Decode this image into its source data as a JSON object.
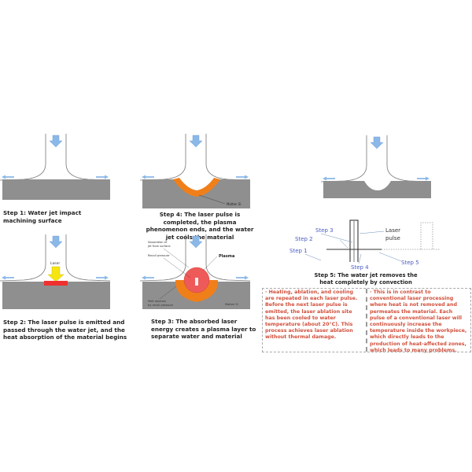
{
  "steps": {
    "step1": {
      "caption": "Step 1: Water jet impact machining surface"
    },
    "step2": {
      "caption": "Step 2: The laser pulse is emitted and passed through the water jet, and the heat absorption of the material begins",
      "laser_label": "Laser"
    },
    "step3": {
      "caption": "Step 3: The absorbed laser energy creates a plasma layer to separate water and material",
      "labels": {
        "separation": "Separation of",
        "separation2": "jet from surface",
        "plasma": "Plasma",
        "recoil": "Recoil pressure",
        "melt": "Melt ejection",
        "melt2": "by recoil pressure",
        "molten": "Molten Si"
      }
    },
    "step4": {
      "caption": "Step 4: The laser pulse is completed, the plasma phenomenon ends, and the water jet cools the material",
      "molten_label": "Molten Si"
    },
    "step5": {
      "caption": "Step 5: The water jet removes the heat completely by convection"
    }
  },
  "pulse_graph": {
    "labels": {
      "step1": "Step 1",
      "step2": "Step 2",
      "step3": "Step 3",
      "step4": "Step 4",
      "step5": "Step 5",
      "laser": "Laser",
      "pulse": "pulse"
    }
  },
  "notes": [
    "· Heating, ablation, and cooling are repeated in each laser pulse. Before the next laser pulse is emitted, the laser ablation site has been cooled to water temperature (about 20°C). This process achieves laser ablation without thermal damage.",
    "· This is in contrast to conventional laser processing where heat is not removed and permeates the material. Each pulse of a conventional laser will continuously increase the temperature inside the workpiece, which directly leads to the production of heat-affected zones, which leads to many problems."
  ],
  "colors": {
    "surface": "#8f8f8f",
    "molten": "#f07f1a",
    "water_arrow": "#8ab8e8",
    "note_text": "#d2503c",
    "step_label": "#4a5bc4"
  }
}
